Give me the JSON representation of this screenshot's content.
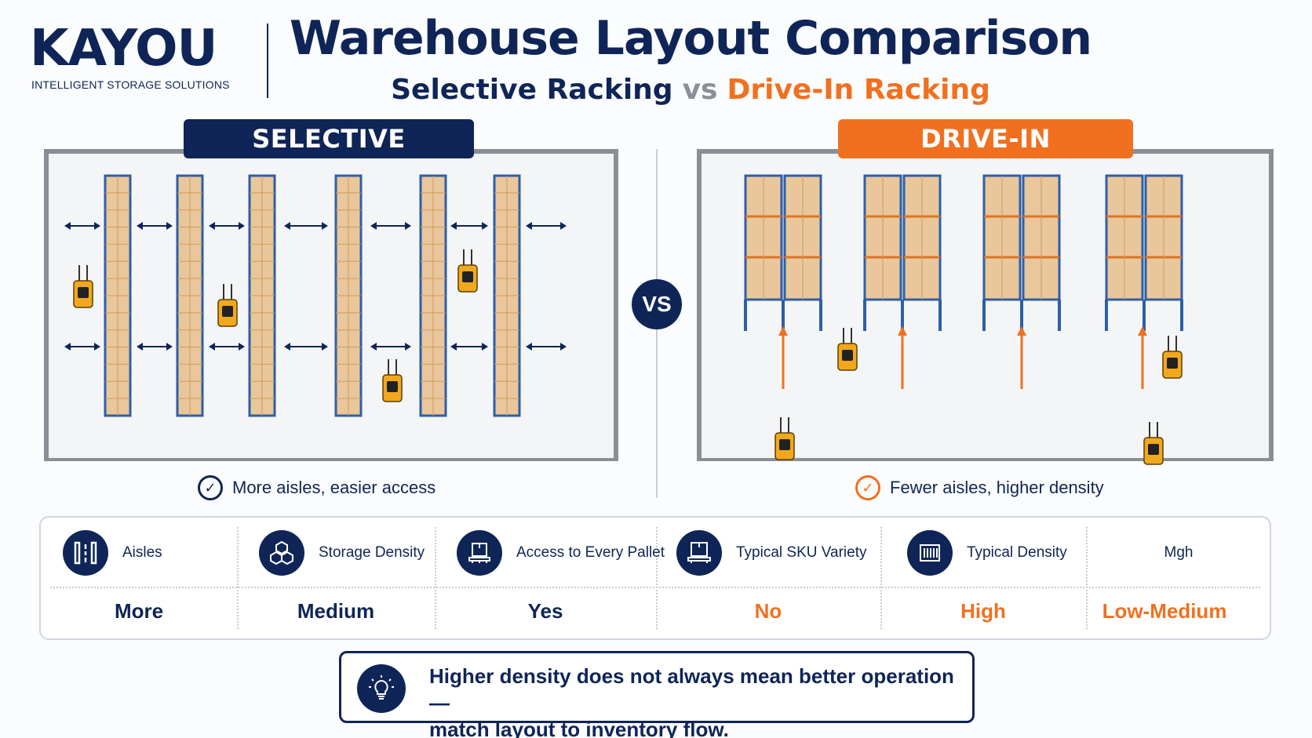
{
  "brand": {
    "name": "KAYOU",
    "tagline": "INTELLIGENT STORAGE SOLUTIONS"
  },
  "header": {
    "title": "Warehouse Layout Comparison",
    "subtitle_a": "Selective Racking",
    "subtitle_vs": "vs",
    "subtitle_b": "Drive-In Racking"
  },
  "vs_label": "VS",
  "colors": {
    "navy": "#0f2557",
    "orange": "#f07020",
    "rack_blue": "#2d5fa8",
    "pallet": "#e9c79a"
  },
  "selective": {
    "label": "SELECTIVE",
    "caption": "More aisles, easier access",
    "rack_rows": 6,
    "forklifts": 4
  },
  "drive_in": {
    "label": "DRIVE-IN",
    "caption": "Fewer aisles, higher density",
    "rack_blocks": 4,
    "forklifts": 4
  },
  "comparison": [
    {
      "label": "Aisles",
      "value": "More",
      "icon": "aisles-icon",
      "tone": "navy"
    },
    {
      "label": "Storage Density",
      "value": "Medium",
      "icon": "cubes-icon",
      "tone": "navy"
    },
    {
      "label": "Access to Every Pallet",
      "value": "Yes",
      "icon": "pallet-icon",
      "tone": "navy"
    },
    {
      "label": "Typical SKU Variety",
      "value": "No",
      "icon": "pallet-stack-icon",
      "tone": "orange"
    },
    {
      "label": "Typical Density",
      "value": "High",
      "icon": "density-icon",
      "tone": "orange"
    },
    {
      "label": "Mgh",
      "value": "Low-Medium",
      "icon": "",
      "tone": "orange"
    }
  ],
  "note": {
    "line1": "Higher density does not always mean better operation—",
    "line2": "match layout to inventory flow."
  }
}
